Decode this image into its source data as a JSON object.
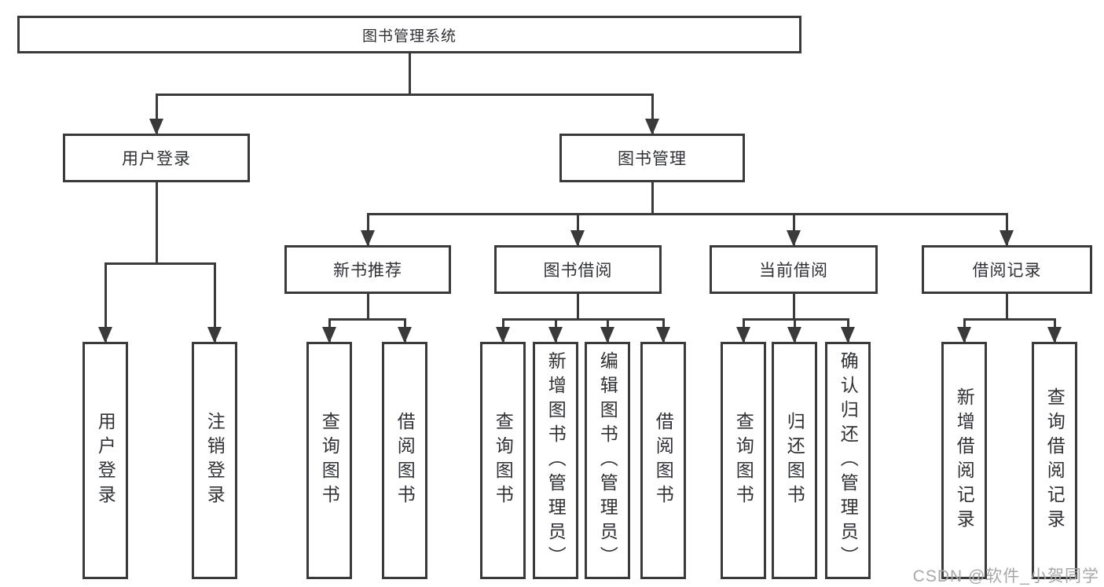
{
  "diagram": {
    "title": "图书管理系统",
    "root": {
      "label": "图书管理系统"
    },
    "branches": [
      {
        "label": "用户登录",
        "children": [
          {
            "label": "用户登录"
          },
          {
            "label": "注销登录"
          }
        ]
      },
      {
        "label": "图书管理",
        "children": [
          {
            "label": "新书推荐",
            "children": [
              {
                "label": "查询图书"
              },
              {
                "label": "借阅图书"
              }
            ]
          },
          {
            "label": "图书借阅",
            "children": [
              {
                "label": "查询图书"
              },
              {
                "label": "新增图书（管理员）"
              },
              {
                "label": "编辑图书（管理员）"
              },
              {
                "label": "借阅图书"
              }
            ]
          },
          {
            "label": "当前借阅",
            "children": [
              {
                "label": "查询图书"
              },
              {
                "label": "归还图书"
              },
              {
                "label": "确认归还（管理员）"
              }
            ]
          },
          {
            "label": "借阅记录",
            "children": [
              {
                "label": "新增借阅记录"
              },
              {
                "label": "查询借阅记录"
              }
            ]
          }
        ]
      }
    ]
  },
  "watermark": {
    "text": "CSDN @软件_小贺同学"
  },
  "colors": {
    "line": "#3a3a3a",
    "text": "#2f3136",
    "watermark": "#a8a8a8",
    "background": "#ffffff"
  }
}
